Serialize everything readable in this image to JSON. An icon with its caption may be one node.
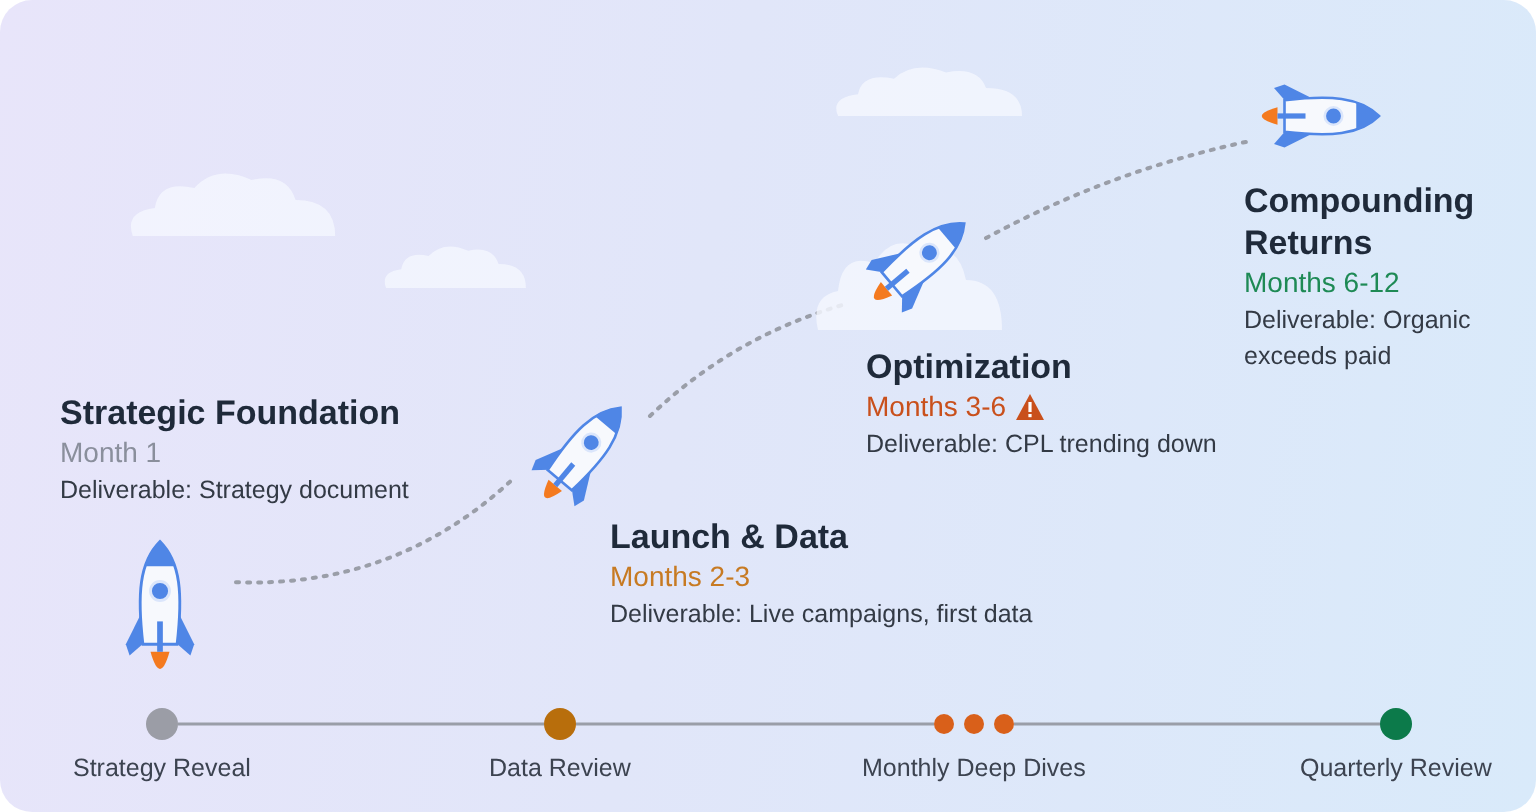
{
  "diagram": {
    "nodes": [
      {
        "text": [],
        "shape": "picture",
        "beside": [
          "Strategic Foundation",
          "Month 1",
          "Deliverable: Strategy document"
        ]
      },
      {
        "text": [],
        "shape": "picture",
        "beside": [
          "Launch & Data",
          "Months 2-3",
          "Deliverable: Live campaigns, first data"
        ]
      },
      {
        "text": [],
        "shape": "picture",
        "beside": [
          "Optimization",
          "Months 3-6",
          "Deliverable: CPL trending down"
        ]
      },
      {
        "text": [],
        "shape": "picture",
        "beside": [
          "Compounding Returns",
          "Months 6-12",
          "Deliverable: Organic exceeds paid"
        ]
      },
      {
        "text": [],
        "shape": "circle",
        "beside": [
          "Strategy Reveal"
        ]
      },
      {
        "text": [],
        "shape": "circle",
        "beside": [
          "Data Review"
        ]
      },
      {
        "text": [],
        "shape": "circle"
      },
      {
        "text": [],
        "shape": "circle",
        "beside": [
          "Monthly Deep Dives"
        ]
      },
      {
        "text": [],
        "shape": "circle"
      },
      {
        "text": [],
        "shape": "circle",
        "beside": [
          "Quarterly Review"
        ]
      }
    ],
    "edges": [
      {
        "from": 0,
        "to": 1,
        "arrow": "none",
        "style": "dashed"
      },
      {
        "from": 1,
        "to": 2,
        "arrow": "none",
        "style": "dashed"
      },
      {
        "from": 2,
        "to": 3,
        "arrow": "none",
        "style": "dashed"
      },
      {
        "from": 4,
        "to": 5,
        "arrow": "none"
      },
      {
        "from": 5,
        "to": 6,
        "arrow": "none"
      },
      {
        "from": 8,
        "to": 9,
        "arrow": "none"
      }
    ]
  }
}
